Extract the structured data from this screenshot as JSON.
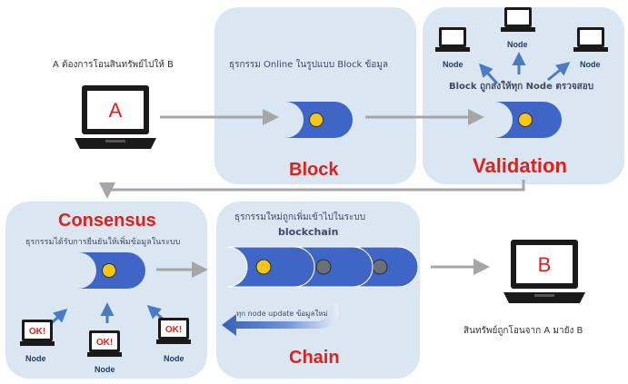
{
  "sender": {
    "caption": "A ต้องการโอนสินทรัพย์ไปให้ B",
    "laptop_label": "A"
  },
  "block_stage": {
    "caption": "ธุรกรรม Online ในรูปแบบ Block ข้อมูล",
    "title": "Block"
  },
  "validation_stage": {
    "caption": "Block ถูกส่งให้ทุก Node ตรวจสอบ",
    "title": "Validation",
    "nodes": [
      "Node",
      "Node",
      "Node"
    ]
  },
  "consensus_stage": {
    "title": "Consensus",
    "caption": "ธุรกรรมได้รับการยืนยันให้เพิ่มข้อมูลในระบบ",
    "nodes": [
      {
        "screen": "OK!",
        "label": "Node"
      },
      {
        "screen": "OK!",
        "label": "Node"
      },
      {
        "screen": "OK!",
        "label": "Node"
      }
    ]
  },
  "chain_stage": {
    "caption_line1": "ธุรกรรมใหม่ถูกเพิ่มเข้าไปในระบบ",
    "caption_line2": "blockchain",
    "update_note": "ทุก node update ข้อมูลใหม่",
    "title": "Chain"
  },
  "receiver": {
    "caption": "สินทรัพย์ถูกโอนจาก A มายัง B",
    "laptop_label": "B"
  },
  "colors": {
    "panel": "#dbe6f3",
    "block_blue": "#3f66c7",
    "coin_new": "#f5c518",
    "coin_old": "#6b6f78",
    "title_red": "#e0201c",
    "flow_arrow": "#a6a6a6",
    "node_arrow": "#4a7cc4"
  }
}
